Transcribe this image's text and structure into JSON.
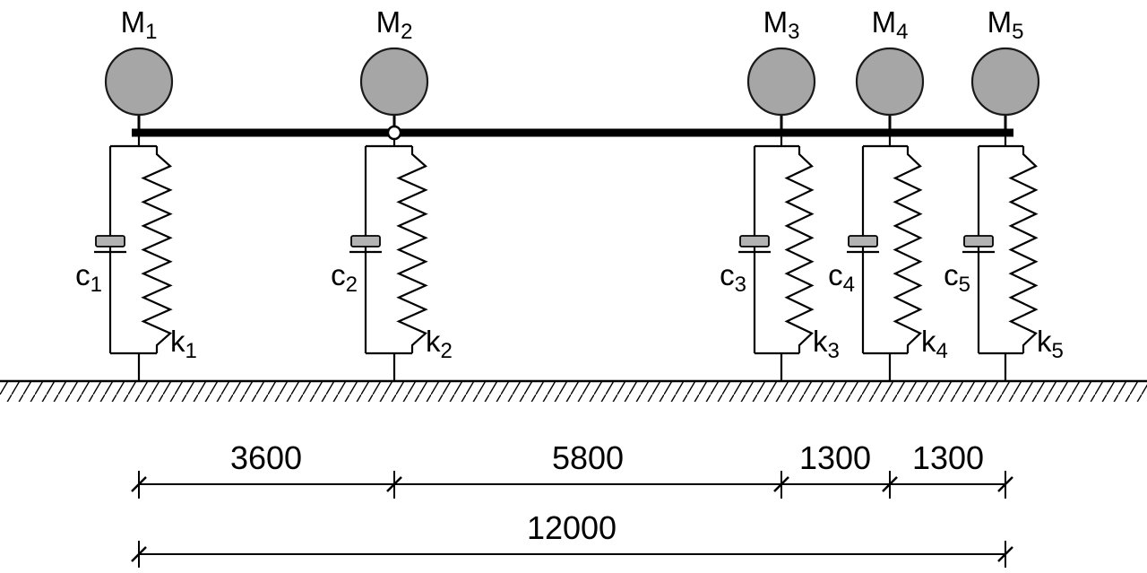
{
  "masses": [
    {
      "base": "M",
      "sub": "1"
    },
    {
      "base": "M",
      "sub": "2"
    },
    {
      "base": "M",
      "sub": "3"
    },
    {
      "base": "M",
      "sub": "4"
    },
    {
      "base": "M",
      "sub": "5"
    }
  ],
  "dampers": [
    {
      "base": "c",
      "sub": "1"
    },
    {
      "base": "c",
      "sub": "2"
    },
    {
      "base": "c",
      "sub": "3"
    },
    {
      "base": "c",
      "sub": "4"
    },
    {
      "base": "c",
      "sub": "5"
    }
  ],
  "springs": [
    {
      "base": "k",
      "sub": "1"
    },
    {
      "base": "k",
      "sub": "2"
    },
    {
      "base": "k",
      "sub": "3"
    },
    {
      "base": "k",
      "sub": "4"
    },
    {
      "base": "k",
      "sub": "5"
    }
  ],
  "dims": {
    "segments": [
      "3600",
      "5800",
      "1300",
      "1300"
    ],
    "total": "12000"
  },
  "colors": {
    "mass_fill": "#a6a6a6",
    "damper_fill": "#b3b3b3",
    "line": "#000000",
    "background": "#ffffff"
  }
}
